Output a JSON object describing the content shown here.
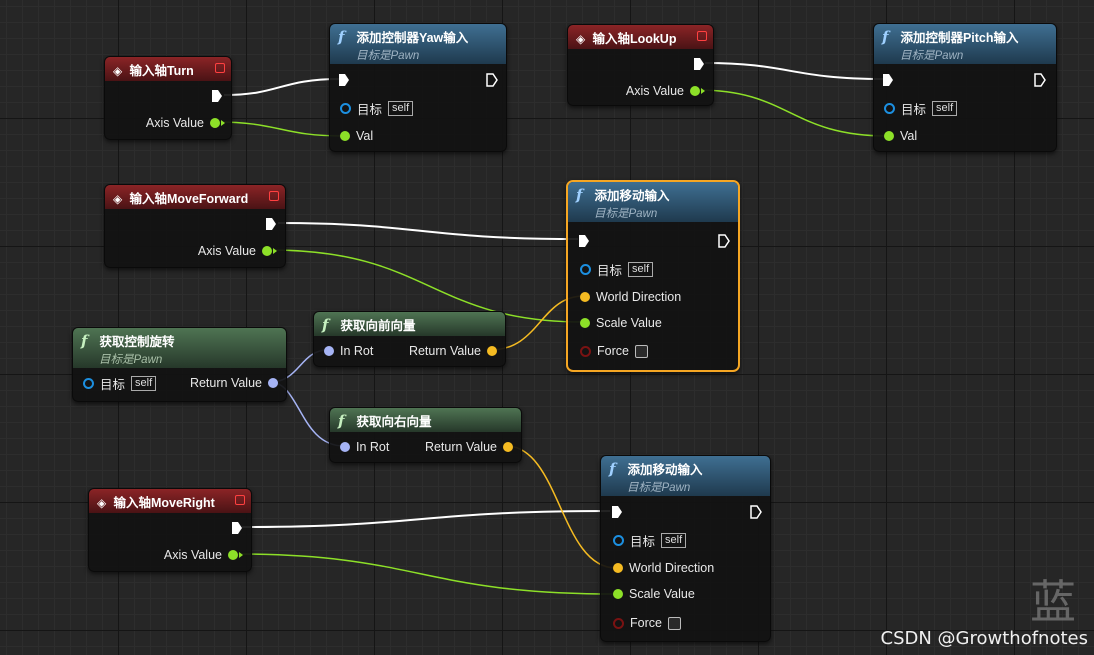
{
  "nodes": {
    "turn": {
      "title": "输入轴Turn",
      "axis": "Axis Value"
    },
    "yaw": {
      "title": "添加控制器Yaw输入",
      "subtitle": "目标是Pawn",
      "target": "目标",
      "self": "self",
      "val": "Val"
    },
    "lookup": {
      "title": "输入轴LookUp",
      "axis": "Axis Value"
    },
    "pitch": {
      "title": "添加控制器Pitch输入",
      "subtitle": "目标是Pawn",
      "target": "目标",
      "self": "self",
      "val": "Val"
    },
    "moveforward": {
      "title": "输入轴MoveForward",
      "axis": "Axis Value"
    },
    "move1": {
      "title": "添加移动输入",
      "subtitle": "目标是Pawn",
      "target": "目标",
      "self": "self",
      "world_dir": "World Direction",
      "scale": "Scale Value",
      "force": "Force"
    },
    "getctrl": {
      "title": "获取控制旋转",
      "subtitle": "目标是Pawn",
      "target": "目标",
      "self": "self",
      "ret": "Return Value"
    },
    "fwdvec": {
      "title": "获取向前向量",
      "inrot": "In Rot",
      "ret": "Return Value"
    },
    "rightvec": {
      "title": "获取向右向量",
      "inrot": "In Rot",
      "ret": "Return Value"
    },
    "moveright": {
      "title": "输入轴MoveRight",
      "axis": "Axis Value"
    },
    "move2": {
      "title": "添加移动输入",
      "subtitle": "目标是Pawn",
      "target": "目标",
      "self": "self",
      "world_dir": "World Direction",
      "scale": "Scale Value",
      "force": "Force"
    }
  },
  "colors": {
    "exec": "#ffffff",
    "float": "#8de028",
    "vector": "#f5bb22",
    "rotator": "#a6b4f5",
    "selected": "#f5a623"
  },
  "watermark": "CSDN @Growthofnotes",
  "logo_glyph": "蓝"
}
